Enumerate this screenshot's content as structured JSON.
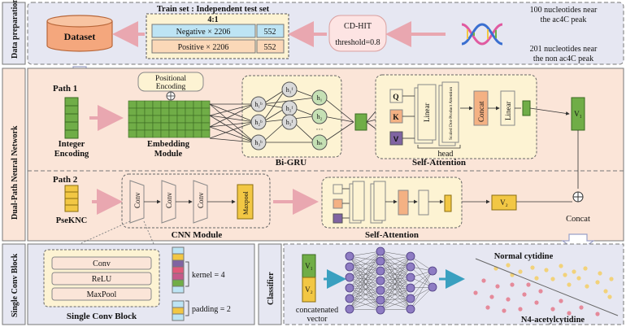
{
  "sections": {
    "data_prep": "Data preparation",
    "dual_path": "Dual-Path Neural Network",
    "single_conv": "Single Conv Block",
    "classifier": "Classifier"
  },
  "data_prep": {
    "split_title": "Train set : Independent test set",
    "ratio": "4:1",
    "dataset": "Dataset",
    "negative": "Negative × 2206",
    "negative_test": "552",
    "positive": "Positive × 2206",
    "positive_test": "552",
    "cdhit_title": "CD-HIT",
    "cdhit_threshold": "threshold=0.8",
    "pos_source": [
      "100 nucleotides near",
      "the ac4C peak"
    ],
    "neg_source": [
      "201 nucleotides near",
      "the non ac4C peak"
    ]
  },
  "path1": {
    "title": "Path  1",
    "integer_encoding": [
      "Integer",
      "Encoding"
    ],
    "positional_encoding": [
      "Positional",
      "Encoding"
    ],
    "embedding": [
      "Embedding",
      "Module"
    ],
    "bigru": "Bi-GRU",
    "h_fwd": [
      "h₁ᶠ",
      "h₂ᶠ",
      "h₃ᶠ"
    ],
    "h_bwd": [
      "h₁ᵇ",
      "h₂ᵇ",
      "h₃ᵇ"
    ],
    "h_out": [
      "h₁",
      "h₂",
      "hₙ"
    ],
    "dots": "···",
    "qkv": [
      "Q",
      "K",
      "V"
    ],
    "linear": "Linear",
    "sdpa": "Scaled Dot-Product Attention",
    "concat": "Concat",
    "linear2": "Linear",
    "head": "head",
    "self_attention": "Self-Attention",
    "v1": "V₁"
  },
  "path2": {
    "title": "Path  2",
    "psek": "PseKNC",
    "conv": [
      "Conv",
      "Conv",
      "Conv"
    ],
    "maxpool": "Maxpool",
    "cnn_module": "CNN Module",
    "self_attention": "Self-Attention",
    "v2": "V₂",
    "concat": "Concat"
  },
  "single_conv": {
    "conv": "Conv",
    "relu": "ReLU",
    "maxpool": "MaxPool",
    "title": "Single Conv Block",
    "kernel": "kernel = 4",
    "padding": "padding = 2"
  },
  "classifier": {
    "v1": "V₁",
    "v2": "V₂",
    "concat_vector": [
      "concatenated",
      "vector"
    ],
    "normal": "Normal cytidine",
    "ac4c": "N4-acetylcytidine"
  },
  "colors": {
    "panel_blue": "#e6e7f2",
    "panel_peach": "#fbe5d8",
    "box_yellow": "#fdf3d3",
    "green": "#70ad47",
    "purple": "#8064a2",
    "gold": "#f2c744"
  }
}
